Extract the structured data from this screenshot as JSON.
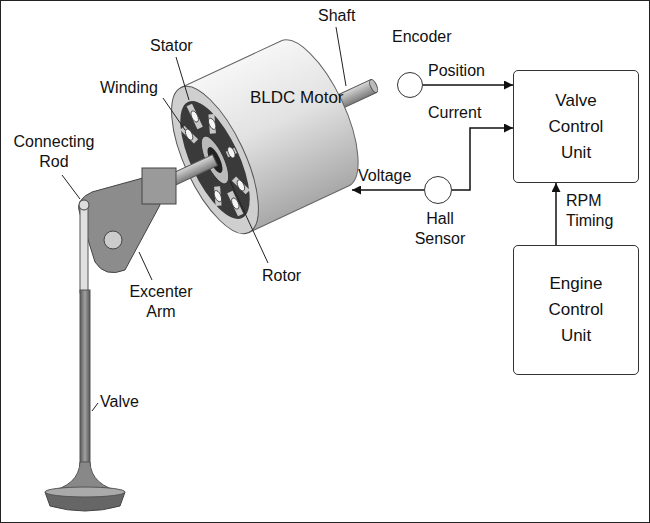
{
  "diagram": {
    "nodes": [
      {
        "text": [
          "Encoder"
        ]
      },
      {
        "text": [
          "Valve Control Unit"
        ]
      },
      {
        "text": [
          "Hall Sensor"
        ]
      },
      {
        "text": [
          "Engine Control Unit"
        ]
      }
    ],
    "edges": [
      {
        "from": 0,
        "to": 1,
        "arrow": "to",
        "label": "Position"
      },
      {
        "from": 2,
        "to": 1,
        "arrow": "to",
        "label": "Current"
      },
      {
        "from": 3,
        "to": 1,
        "arrow": "to",
        "label": "RPM Timing"
      }
    ],
    "labels": [
      "Shaft",
      "Stator",
      "Winding",
      "BLDC Motor",
      "Connecting Rod",
      "Rotor",
      "Excenter Arm",
      "Valve",
      "Voltage"
    ]
  }
}
